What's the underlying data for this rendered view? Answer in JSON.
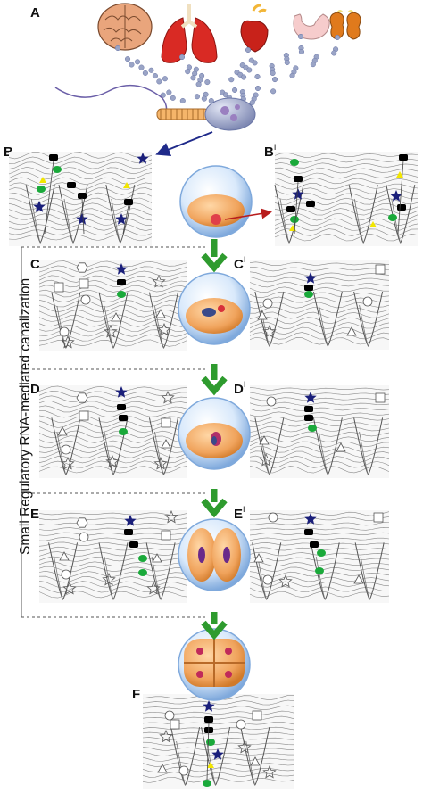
{
  "labels": {
    "a": "A",
    "b": "B",
    "b_prime": "B",
    "c": "C",
    "c_prime": "C",
    "d": "D",
    "d_prime": "D",
    "e": "E",
    "e_prime": "E",
    "f": "F",
    "prime_mark": "I"
  },
  "side_text": "Small Regulatory RNA-mediated canalization",
  "colors": {
    "brain": "#e9a57c",
    "lung": "#d92a24",
    "heart": "#c8221a",
    "stomach": "#f6cccc",
    "kidney": "#e07a1c",
    "vesicle": "#9aa4c6",
    "star": "#1a1f7a",
    "mark_red": "#e0161a",
    "mark_green": "#1aa93a",
    "mark_yellow": "#f2e600",
    "mark_black": "#111111",
    "arrow_green": "#2e9b2e",
    "arrow_red": "#b81d1d",
    "arrow_blue": "#1f2a8a",
    "embryo": "#f0a35c",
    "zona": "#bcd6f2"
  }
}
